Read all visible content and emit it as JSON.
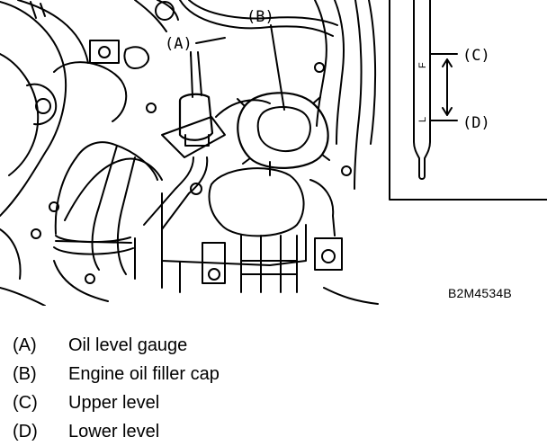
{
  "figure": {
    "id_code": "B2M4534B",
    "callouts": {
      "a": "(A)",
      "b": "(B)",
      "c": "(C)",
      "d": "(D)"
    },
    "dipstick_marks": {
      "full": "F",
      "low": "L"
    }
  },
  "legend": [
    {
      "key": "(A)",
      "text": "Oil level gauge"
    },
    {
      "key": "(B)",
      "text": "Engine oil filler cap"
    },
    {
      "key": "(C)",
      "text": "Upper level"
    },
    {
      "key": "(D)",
      "text": "Lower level"
    }
  ]
}
